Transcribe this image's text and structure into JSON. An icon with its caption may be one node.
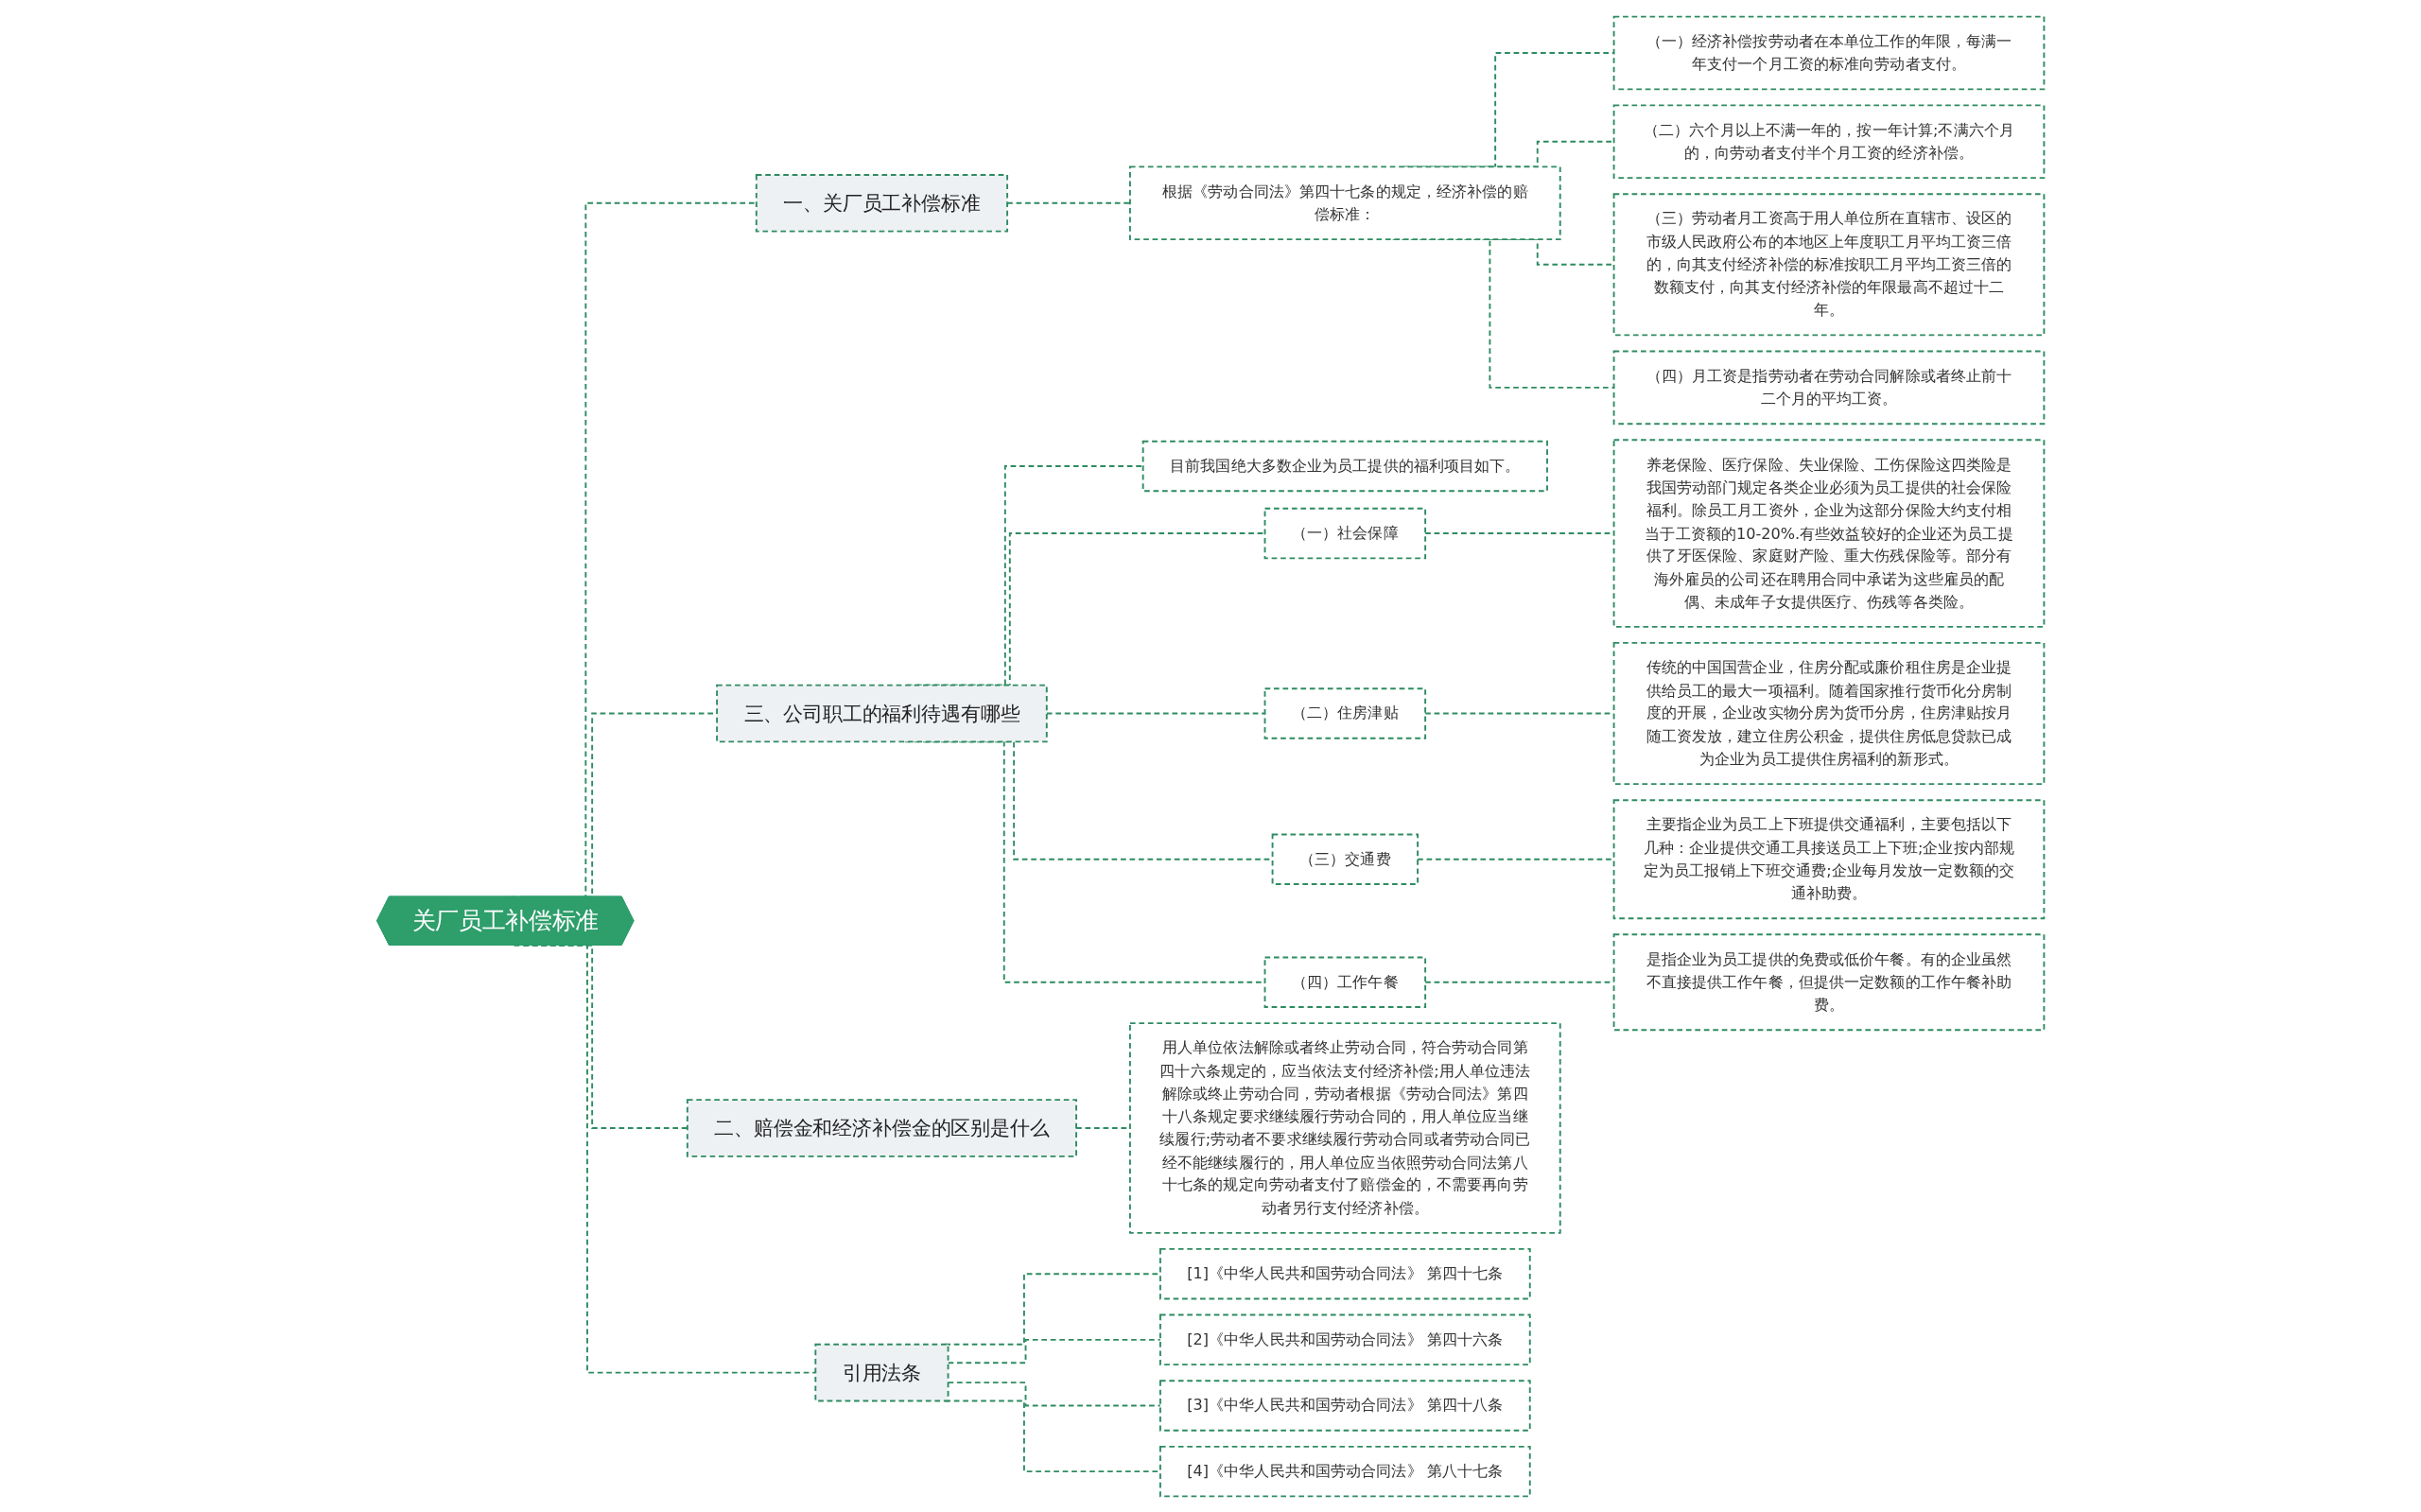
{
  "diagram": {
    "nodes": [
      {
        "text": [
          "关厂员工补偿标准"
        ]
      },
      {
        "text": [
          "一、关厂员工补偿标准"
        ]
      },
      {
        "text": [
          "根据《劳动合同法》第四十七条的规定，经济补偿的赔偿标准："
        ]
      },
      {
        "text": [
          "（一）经济补偿按劳动者在本单位工作的年限，每满一年支付一个月工资的标准向劳动者支付。"
        ]
      },
      {
        "text": [
          "（二）六个月以上不满一年的，按一年计算;不满六个月的，向劳动者支付半个月工资的经济补偿。"
        ]
      },
      {
        "text": [
          "（三）劳动者月工资高于用人单位所在直辖市、设区的市级人民政府公布的本地区上年度职工月平均工资三倍的，向其支付经济补偿的标准按职工月平均工资三倍的数额支付，向其支付经济补偿的年限最高不超过十二年。"
        ]
      },
      {
        "text": [
          "（四）月工资是指劳动者在劳动合同解除或者终止前十二个月的平均工资。"
        ]
      },
      {
        "text": [
          "三、公司职工的福利待遇有哪些"
        ]
      },
      {
        "text": [
          "目前我国绝大多数企业为员工提供的福利项目如下。"
        ]
      },
      {
        "text": [
          "（一）社会保障"
        ]
      },
      {
        "text": [
          "养老保险、医疗保险、失业保险、工伤保险这四类险是我国劳动部门规定各类企业必须为员工提供的社会保险福利。除员工月工资外，企业为这部分保险大约支付相当于工资额的10-20%.有些效益较好的企业还为员工提供了牙医保险、家庭财产险、重大伤残保险等。部分有海外雇员的公司还在聘用合同中承诺为这些雇员的配偶、未成年子女提供医疗、伤残等各类险。"
        ]
      },
      {
        "text": [
          "（二）住房津贴"
        ]
      },
      {
        "text": [
          "传统的中国国营企业，住房分配或廉价租住房是企业提供给员工的最大一项福利。随着国家推行货币化分房制度的开展，企业改实物分房为货币分房，住房津贴按月随工资发放，建立住房公积金，提供住房低息贷款已成为企业为员工提供住房福利的新形式。"
        ]
      },
      {
        "text": [
          "（三）交通费"
        ]
      },
      {
        "text": [
          "主要指企业为员工上下班提供交通福利，主要包括以下几种：企业提供交通工具接送员工上下班;企业按内部规定为员工报销上下班交通费;企业每月发放一定数额的交通补助费。"
        ]
      },
      {
        "text": [
          "（四）工作午餐"
        ]
      },
      {
        "text": [
          "是指企业为员工提供的免费或低价午餐。有的企业虽然不直接提供工作午餐，但提供一定数额的工作午餐补助费。"
        ]
      },
      {
        "text": [
          "二、赔偿金和经济补偿金的区别是什么"
        ]
      },
      {
        "text": [
          "用人单位依法解除或者终止劳动合同，符合劳动合同第四十六条规定的，应当依法支付经济补偿;用人单位违法解除或终止劳动合同，劳动者根据《劳动合同法》第四十八条规定要求继续履行劳动合同的，用人单位应当继续履行;劳动者不要求继续履行劳动合同或者劳动合同已经不能继续履行的，用人单位应当依照劳动合同法第八十七条的规定向劳动者支付了赔偿金的，不需要再向劳动者另行支付经济补偿。"
        ]
      },
      {
        "text": [
          "引用法条"
        ]
      },
      {
        "text": [
          "[1]《中华人民共和国劳动合同法》 第四十七条"
        ]
      },
      {
        "text": [
          "[2]《中华人民共和国劳动合同法》 第四十六条"
        ]
      },
      {
        "text": [
          "[3]《中华人民共和国劳动合同法》 第四十八条"
        ]
      },
      {
        "text": [
          "[4]《中华人民共和国劳动合同法》 第八十七条"
        ]
      }
    ],
    "edges": [
      {
        "from": 0,
        "to": 1,
        "arrow": "none",
        "style": "dashed"
      },
      {
        "from": 1,
        "to": 2,
        "arrow": "none",
        "style": "dashed"
      },
      {
        "from": 2,
        "to": 3,
        "arrow": "none",
        "style": "dashed"
      },
      {
        "from": 2,
        "to": 4,
        "arrow": "none",
        "style": "dashed"
      },
      {
        "from": 2,
        "to": 5,
        "arrow": "none",
        "style": "dashed"
      },
      {
        "from": 2,
        "to": 6,
        "arrow": "none",
        "style": "dashed"
      },
      {
        "from": 0,
        "to": 7,
        "arrow": "none",
        "style": "dashed"
      },
      {
        "from": 7,
        "to": 8,
        "arrow": "none",
        "style": "dashed"
      },
      {
        "from": 7,
        "to": 9,
        "arrow": "none",
        "style": "dashed"
      },
      {
        "from": 9,
        "to": 10,
        "arrow": "none",
        "style": "dashed"
      },
      {
        "from": 7,
        "to": 11,
        "arrow": "none",
        "style": "dashed"
      },
      {
        "from": 11,
        "to": 12,
        "arrow": "none",
        "style": "dashed"
      },
      {
        "from": 7,
        "to": 13,
        "arrow": "none",
        "style": "dashed"
      },
      {
        "from": 13,
        "to": 14,
        "arrow": "none",
        "style": "dashed"
      },
      {
        "from": 7,
        "to": 15,
        "arrow": "none",
        "style": "dashed"
      },
      {
        "from": 15,
        "to": 16,
        "arrow": "none",
        "style": "dashed"
      },
      {
        "from": 0,
        "to": 17,
        "arrow": "none",
        "style": "dashed"
      },
      {
        "from": 17,
        "to": 18,
        "arrow": "none",
        "style": "dashed"
      },
      {
        "from": 0,
        "to": 19,
        "arrow": "none",
        "style": "dashed"
      },
      {
        "from": 19,
        "to": 20,
        "arrow": "none",
        "style": "dashed"
      },
      {
        "from": 19,
        "to": 21,
        "arrow": "none",
        "style": "dashed"
      },
      {
        "from": 19,
        "to": 22,
        "arrow": "none",
        "style": "dashed"
      },
      {
        "from": 19,
        "to": 23,
        "arrow": "none",
        "style": "dashed"
      }
    ]
  }
}
